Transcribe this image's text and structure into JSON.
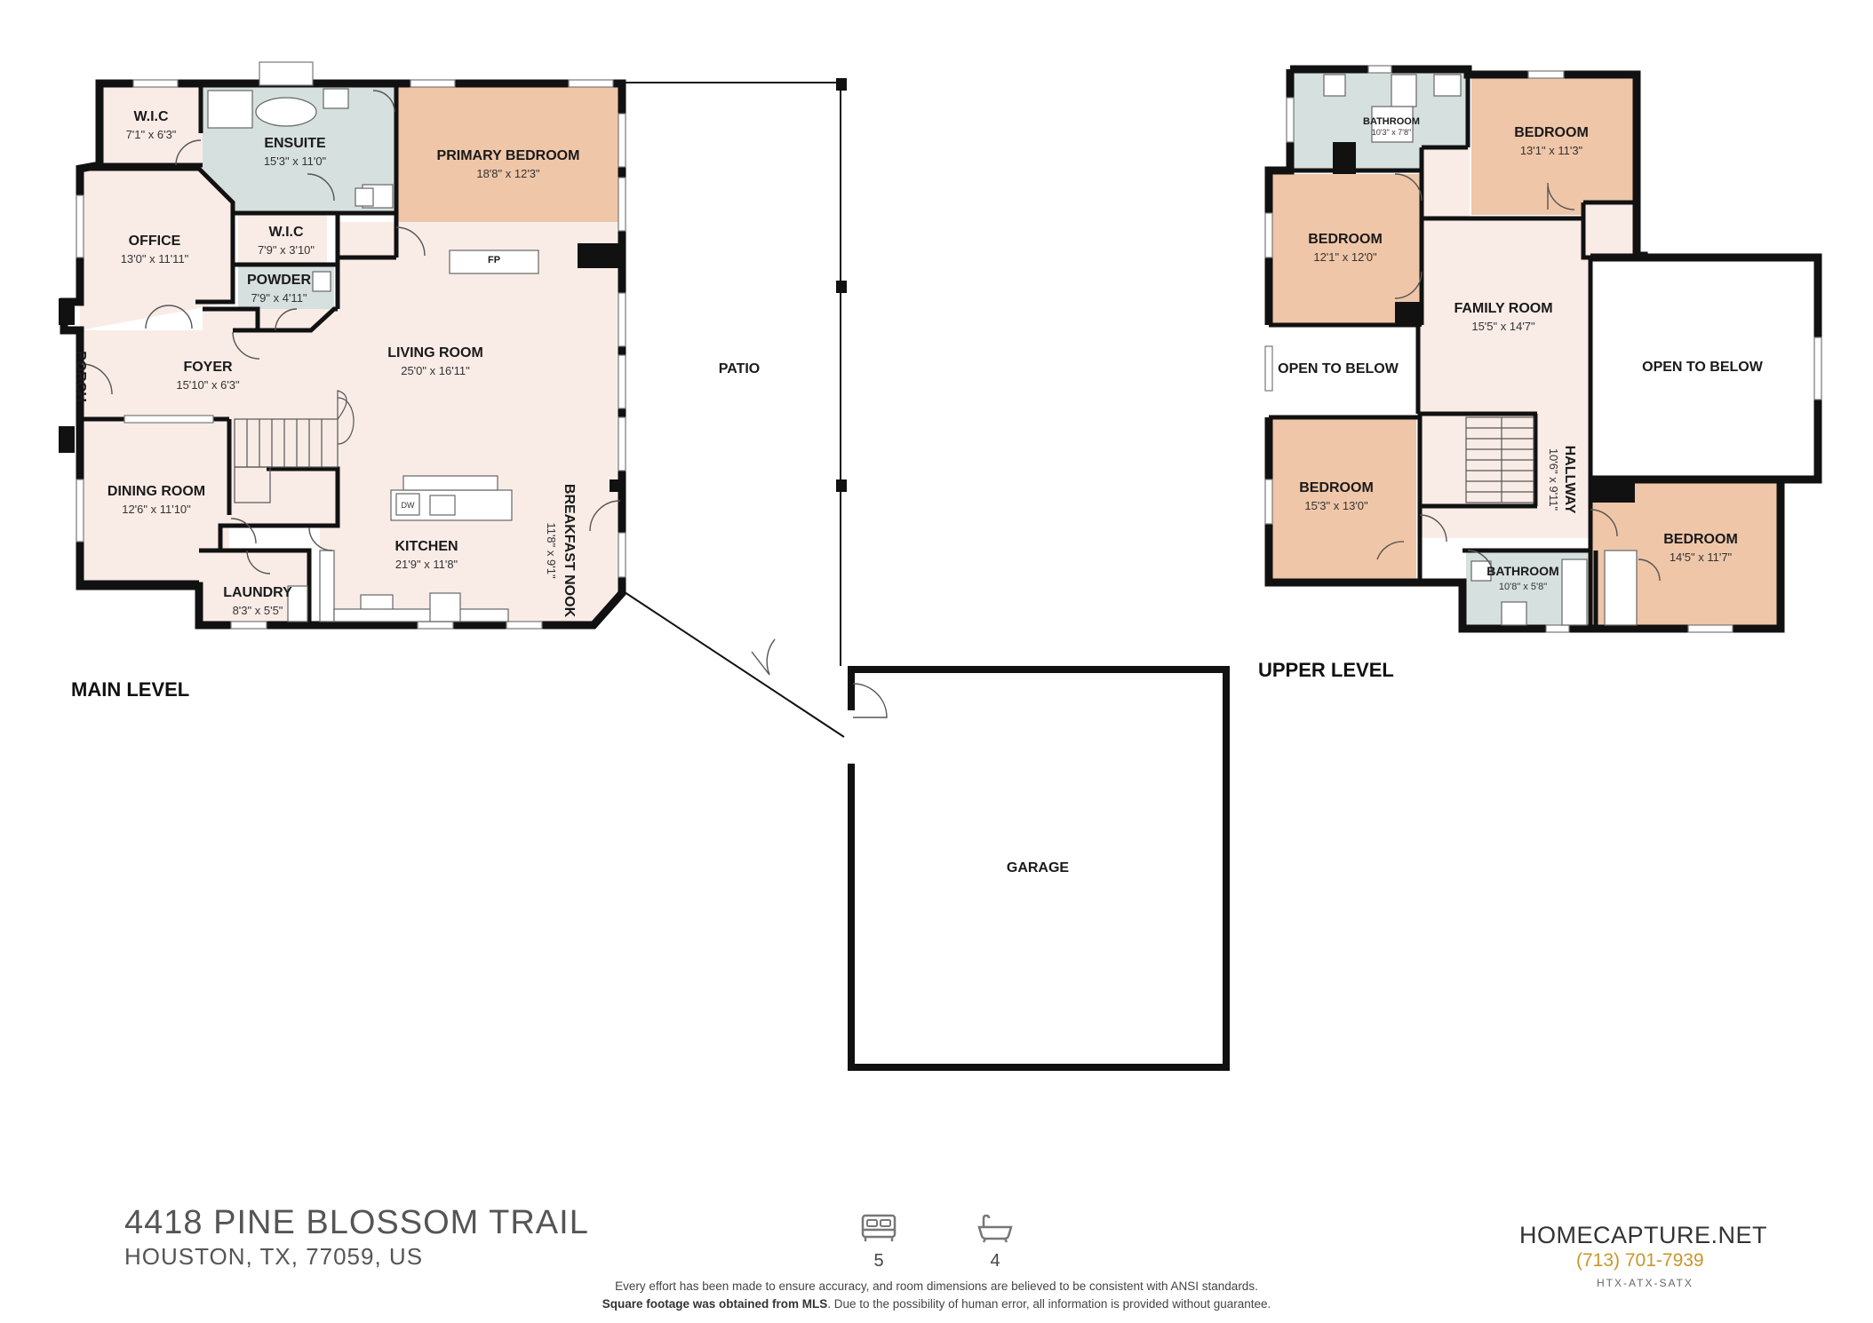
{
  "colors": {
    "wall": "#111111",
    "bedroom": "#efc6a8",
    "bath": "#d6e0de",
    "living": "#f9ece7",
    "accent": "#c9962c"
  },
  "main_level": {
    "label": "MAIN LEVEL",
    "rooms": {
      "wic1": {
        "name": "W.I.C",
        "dim": "7'1\" x 6'3\""
      },
      "ensuite": {
        "name": "ENSUITE",
        "dim": "15'3\" x 11'0\""
      },
      "primary": {
        "name": "PRIMARY BEDROOM",
        "dim": "18'8\" x 12'3\""
      },
      "office": {
        "name": "OFFICE",
        "dim": "13'0\" x 11'11\""
      },
      "wic2": {
        "name": "W.I.C",
        "dim": "7'9\" x 3'10\""
      },
      "powder": {
        "name": "POWDER",
        "dim": "7'9\" x 4'11\""
      },
      "fp": {
        "name": "FP"
      },
      "porch": {
        "name": "PORCH"
      },
      "foyer": {
        "name": "FOYER",
        "dim": "15'10\" x 6'3\""
      },
      "living": {
        "name": "LIVING ROOM",
        "dim": "25'0\" x 16'11\""
      },
      "dining": {
        "name": "DINING ROOM",
        "dim": "12'6\" x 11'10\""
      },
      "kitchen": {
        "name": "KITCHEN",
        "dim": "21'9\" x 11'8\""
      },
      "dw": {
        "name": "DW"
      },
      "nook": {
        "name": "BREAKFAST NOOK",
        "dim": "11'8\" x 9'1\""
      },
      "laundry": {
        "name": "LAUNDRY",
        "dim": "8'3\" x 5'5\""
      },
      "patio": {
        "name": "PATIO"
      },
      "garage": {
        "name": "GARAGE"
      }
    }
  },
  "upper_level": {
    "label": "UPPER LEVEL",
    "rooms": {
      "bath1": {
        "name": "BATHROOM",
        "dim": "10'3\" x 7'8\""
      },
      "bed_ne": {
        "name": "BEDROOM",
        "dim": "13'1\" x 11'3\""
      },
      "bed_nw": {
        "name": "BEDROOM",
        "dim": "12'1\" x 12'0\""
      },
      "family": {
        "name": "FAMILY ROOM",
        "dim": "15'5\" x 14'7\""
      },
      "open_left": {
        "name": "OPEN TO BELOW"
      },
      "open_right": {
        "name": "OPEN TO BELOW"
      },
      "bed_sw": {
        "name": "BEDROOM",
        "dim": "15'3\" x 13'0\""
      },
      "hallway": {
        "name": "HALLWAY",
        "dim": "10'6\" x 9'11\""
      },
      "bed_se": {
        "name": "BEDROOM",
        "dim": "14'5\" x 11'7\""
      },
      "bath2": {
        "name": "BATHROOM",
        "dim": "10'8\" x 5'8\""
      }
    }
  },
  "footer": {
    "address_line1": "4418 PINE BLOSSOM TRAIL",
    "address_line2": "HOUSTON, TX, 77059, US",
    "beds_icon": "bed-icon",
    "beds": "5",
    "baths_icon": "bathtub-icon",
    "baths": "4",
    "brand": "HOMECAPTURE.NET",
    "phone": "(713) 701-7939",
    "tagline": "HTX-ATX-SATX",
    "disclaimer1": "Every effort has been made to ensure accuracy, and room dimensions are believed to be consistent with ANSI standards.",
    "disclaimer2_bold": "Square footage was obtained from MLS",
    "disclaimer2_rest": ". Due to the possibility of human error, all information is provided without guarantee."
  }
}
